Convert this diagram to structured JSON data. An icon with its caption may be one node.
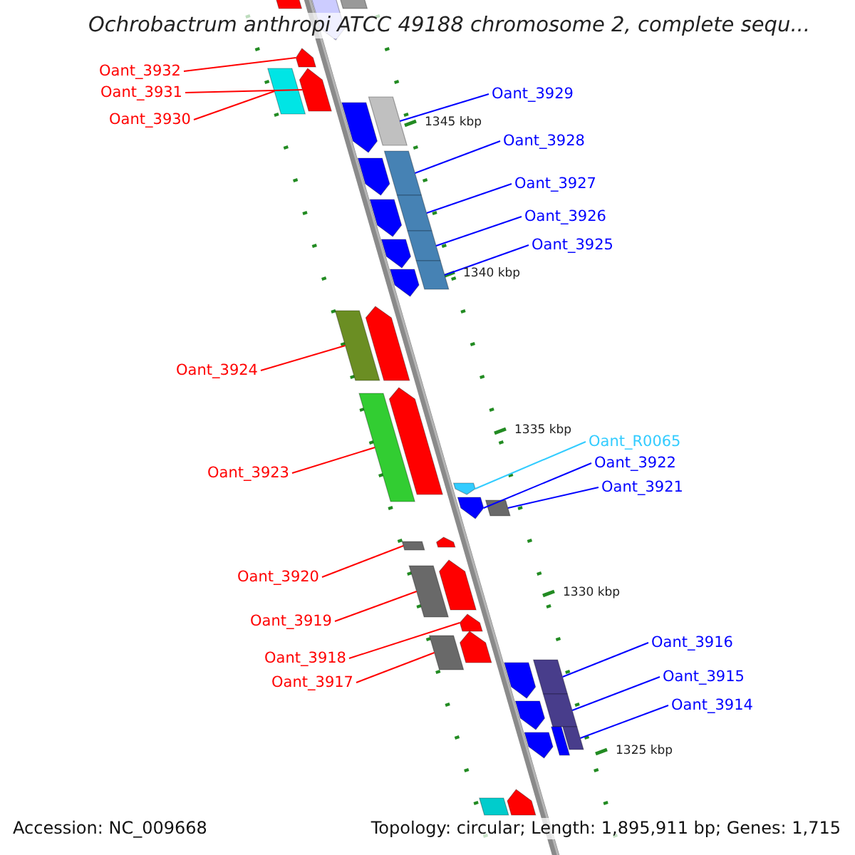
{
  "diagram": {
    "title": "Ochrobactrum anthropi ATCC 49188 chromosome 2, complete sequ...",
    "nodes": [
      {
        "text": [
          "Oant_3932"
        ]
      },
      {
        "text": [],
        "shape": "arrow"
      },
      {
        "text": [
          "Oant_3931"
        ]
      },
      {
        "text": [],
        "shape": "arrow"
      },
      {
        "text": [
          "Oant_3930"
        ]
      },
      {
        "text": [],
        "shape": "bar"
      },
      {
        "text": [
          "Oant_3929"
        ]
      },
      {
        "text": [],
        "shape": "bar"
      },
      {
        "text": [
          "Oant_3928"
        ]
      },
      {
        "text": [],
        "shape": "bar"
      },
      {
        "text": [
          "Oant_3927"
        ]
      },
      {
        "text": [],
        "shape": "bar"
      },
      {
        "text": [
          "Oant_3926"
        ]
      },
      {
        "text": [],
        "shape": "bar"
      },
      {
        "text": [
          "Oant_3925"
        ]
      },
      {
        "text": [],
        "shape": "bar"
      },
      {
        "text": [
          "Oant_3924"
        ]
      },
      {
        "text": [],
        "shape": "bar"
      },
      {
        "text": [
          "Oant_3923"
        ]
      },
      {
        "text": [],
        "shape": "bar"
      },
      {
        "text": [
          "Oant_R0065"
        ]
      },
      {
        "text": [],
        "shape": "arrow"
      },
      {
        "text": [
          "Oant_3922"
        ]
      },
      {
        "text": [],
        "shape": "arrow"
      },
      {
        "text": [
          "Oant_3921"
        ]
      },
      {
        "text": [],
        "shape": "bar"
      },
      {
        "text": [
          "Oant_3920"
        ]
      },
      {
        "text": [],
        "shape": "bar"
      },
      {
        "text": [
          "Oant_3919"
        ]
      },
      {
        "text": [],
        "shape": "bar"
      },
      {
        "text": [
          "Oant_3918"
        ]
      },
      {
        "text": [],
        "shape": "arrow"
      },
      {
        "text": [
          "Oant_3917"
        ]
      },
      {
        "text": [],
        "shape": "bar"
      },
      {
        "text": [
          "Oant_3916"
        ]
      },
      {
        "text": [],
        "shape": "bar"
      },
      {
        "text": [
          "Oant_3915"
        ]
      },
      {
        "text": [],
        "shape": "bar"
      },
      {
        "text": [
          "Oant_3914"
        ]
      },
      {
        "text": [],
        "shape": "bar"
      },
      {
        "text": [],
        "shape": "arrow"
      },
      {
        "text": [],
        "shape": "arrow"
      },
      {
        "text": [],
        "shape": "bar"
      },
      {
        "text": [],
        "shape": "arrow"
      },
      {
        "text": [],
        "shape": "arrow"
      },
      {
        "text": [],
        "shape": "arrow"
      },
      {
        "text": [],
        "shape": "arrow"
      },
      {
        "text": [],
        "shape": "arrow"
      },
      {
        "text": [],
        "shape": "arrow"
      },
      {
        "text": [],
        "shape": "arrow"
      },
      {
        "text": [],
        "shape": "arrow"
      },
      {
        "text": [],
        "shape": "arrow"
      },
      {
        "text": [],
        "shape": "arrow"
      },
      {
        "text": [],
        "shape": "arrow"
      },
      {
        "text": [],
        "shape": "arrow"
      },
      {
        "text": [],
        "shape": "bar"
      },
      {
        "text": [],
        "shape": "arrow"
      },
      {
        "text": [],
        "shape": "arrow"
      },
      {
        "text": [],
        "shape": "bar"
      }
    ],
    "edges": [
      {
        "from": 0,
        "to": 1,
        "arrow": "none",
        "color": "#ff0000"
      },
      {
        "from": 2,
        "to": 3,
        "arrow": "none",
        "color": "#ff0000"
      },
      {
        "from": 4,
        "to": 5,
        "arrow": "none",
        "color": "#ff0000"
      },
      {
        "from": 6,
        "to": 7,
        "arrow": "none"
      },
      {
        "from": 8,
        "to": 9,
        "arrow": "none"
      },
      {
        "from": 10,
        "to": 11,
        "arrow": "none"
      },
      {
        "from": 12,
        "to": 13,
        "arrow": "none"
      },
      {
        "from": 14,
        "to": 15,
        "arrow": "none"
      },
      {
        "from": 16,
        "to": 17,
        "arrow": "none",
        "color": "#ff0000"
      },
      {
        "from": 18,
        "to": 19,
        "arrow": "none",
        "color": "#ff0000"
      },
      {
        "from": 20,
        "to": 21,
        "arrow": "none",
        "color": "#33ccff"
      },
      {
        "from": 22,
        "to": 23,
        "arrow": "none"
      },
      {
        "from": 24,
        "to": 25,
        "arrow": "none"
      },
      {
        "from": 26,
        "to": 27,
        "arrow": "none",
        "color": "#ff0000"
      },
      {
        "from": 28,
        "to": 29,
        "arrow": "none",
        "color": "#ff0000"
      },
      {
        "from": 30,
        "to": 31,
        "arrow": "none",
        "color": "#ff0000"
      },
      {
        "from": 32,
        "to": 33,
        "arrow": "none",
        "color": "#ff0000"
      },
      {
        "from": 34,
        "to": 35,
        "arrow": "none"
      },
      {
        "from": 36,
        "to": 37,
        "arrow": "none"
      },
      {
        "from": 38,
        "to": 39,
        "arrow": "none"
      }
    ],
    "labels": [
      "1345 kbp",
      "1340 kbp",
      "1335 kbp",
      "1330 kbp",
      "1325 kbp",
      "Accession: NC_009668",
      "Topology: circular; Length: 1,895,911 bp; Genes: 1,715"
    ]
  }
}
